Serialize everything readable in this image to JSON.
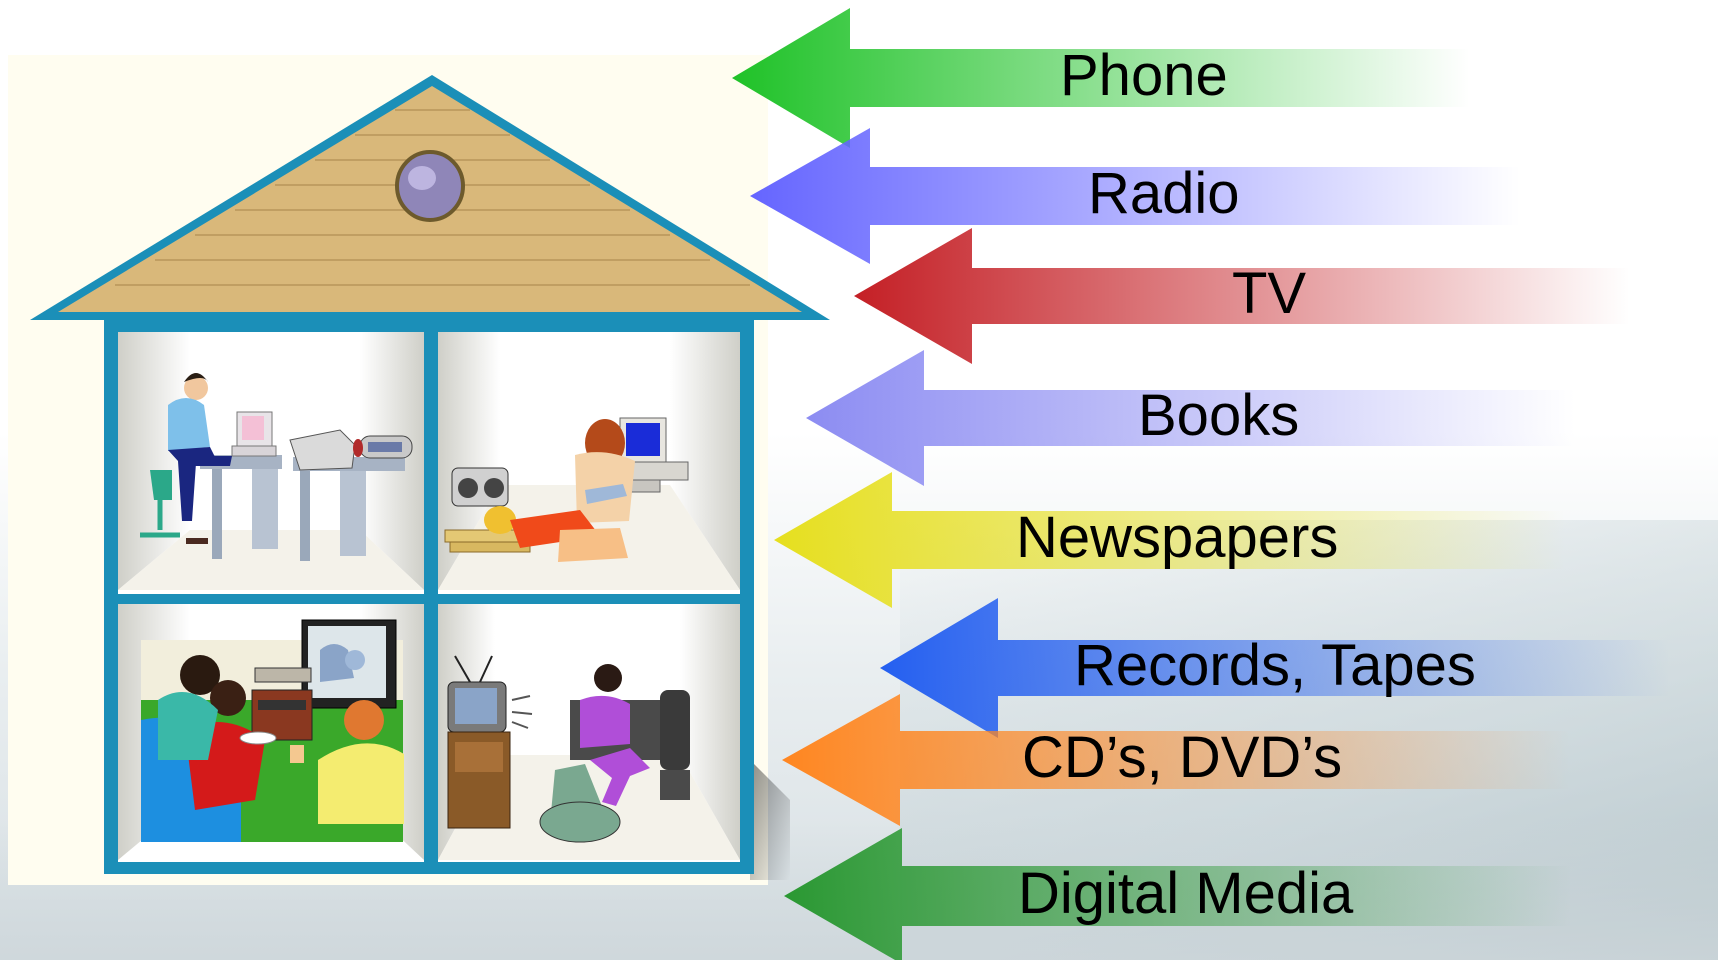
{
  "arrows": [
    {
      "label": "Phone",
      "color": "#22c42b"
    },
    {
      "label": "Radio",
      "color": "#6a6aff"
    },
    {
      "label": "TV",
      "color": "#c8282c"
    },
    {
      "label": "Books",
      "color": "#8f8ff5"
    },
    {
      "label": "Newspapers",
      "color": "#e8e22a"
    },
    {
      "label": "Records, Tapes",
      "color": "#2a63f0"
    },
    {
      "label": "CD’s, DVD’s",
      "color": "#ff8a22"
    },
    {
      "label": "Digital Media",
      "color": "#2e9a36"
    }
  ],
  "house": {
    "roof_color": "#d9b87a",
    "frame_color": "#1b8fb8",
    "rooms": [
      "office-computer-fax-phone",
      "child-reading-computer-stereo",
      "family-watching-tv",
      "exercise-bike-tv"
    ]
  }
}
